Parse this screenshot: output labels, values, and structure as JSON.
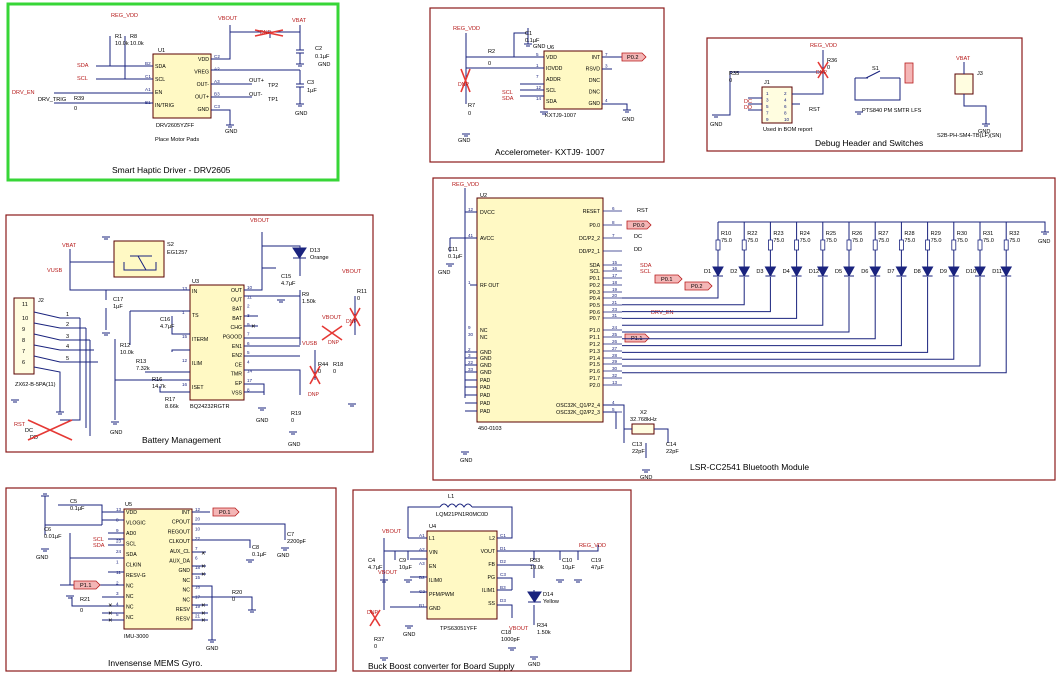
{
  "blocks": {
    "haptic": {
      "title": "Smart Haptic Driver - DRV2605",
      "ic_ref": "U1",
      "ic_part": "DRV2605YZFF",
      "ic_pins_left": [
        "SDA",
        "SCL",
        "EN",
        "IN/TRIG"
      ],
      "ic_pins_left_num": [
        "B2",
        "C1",
        "A1",
        "B1"
      ],
      "ic_pins_right": [
        "VDD",
        "VREG",
        "OUT-",
        "OUT+",
        "GND"
      ],
      "ic_pins_right_num": [
        "C2",
        "A2",
        "A3",
        "B3",
        "C3"
      ],
      "note": "Place Motor Pads",
      "nets": [
        "REG_VDD",
        "VBOUT",
        "VBAT",
        "SDA",
        "SCL",
        "DRV_EN",
        "DRV_TRIG",
        "OUT+",
        "OUT-",
        "TP2",
        "TP1"
      ],
      "parts": [
        "R1 10.0k",
        "R8 10.0k",
        "R39 0",
        "C2 0.1µF",
        "C3 1µF",
        "R38",
        "DNP",
        "GND"
      ]
    },
    "accel": {
      "title": "Accelerometer- KXTJ9- 1007",
      "ic_ref": "U6",
      "ic_part": "KXTJ9-1007",
      "ic_pins_left": [
        "VDD",
        "IOVDD",
        "ADDR",
        "SCL",
        "SDA"
      ],
      "ic_pins_left_num": [
        "5",
        "1",
        "7",
        "12",
        "14"
      ],
      "ic_pins_right": [
        "INT",
        "RSVD",
        "DNC",
        "DNC",
        "GND"
      ],
      "ic_pins_right_num": [
        "7",
        "3",
        "",
        "",
        "4"
      ],
      "nets": [
        "REG_VDD",
        "P0.2",
        "SCL",
        "SDA"
      ],
      "parts": [
        "C1 0.1µF",
        "R2 0",
        "R7 0",
        "DNP",
        "GND"
      ]
    },
    "debug": {
      "title": "Debug Header and Switches",
      "j1": "J1",
      "j1_note": "Used in BOM report",
      "j1_pins": [
        "1",
        "2",
        "3",
        "4",
        "5",
        "6",
        "7",
        "8",
        "9",
        "10"
      ],
      "nets": [
        "REG_VDD",
        "DC",
        "DD",
        "RST",
        "P0.0",
        "VBAT"
      ],
      "parts": [
        "R35 0",
        "R36 0",
        "DNP",
        "S1",
        "PTS840 PM SMTR LFS",
        "J3",
        "S2B-PH-SM4-TB(LF)(SN)",
        "GND"
      ]
    },
    "battery": {
      "title": "Battery Management",
      "ic_ref": "U3",
      "ic_part": "BQ24232RGTR",
      "ic_pins_left": [
        "IN",
        "TS",
        "ITERM",
        "ILIM",
        "ISET"
      ],
      "ic_pins_left_num": [
        "13",
        "1",
        "15",
        "12",
        "16"
      ],
      "ic_pins_right": [
        "OUT",
        "OUT",
        "BAT",
        "BAT",
        "CHG",
        "PGOOD",
        "EN1",
        "EN2",
        "CE",
        "TMR",
        "EP",
        "VSS"
      ],
      "ic_pins_right_num": [
        "10",
        "11",
        "2",
        "3",
        "9",
        "7",
        "6",
        "5",
        "4",
        "14",
        "17",
        "8"
      ],
      "s2": "S2",
      "s2_part": "EG1257",
      "j2": "J2",
      "j2_part": "ZX62-B-5PA(11)",
      "led": "D13",
      "led_color": "Orange",
      "nets": [
        "VBAT",
        "VUSB",
        "VBOUT",
        "RST",
        "DC",
        "DD"
      ],
      "parts": [
        "C17 1µF",
        "C16 4.7µF",
        "C15 4.7µF",
        "R12 10.0k",
        "R13 7.32k",
        "R16 14.7k",
        "R17 8.66k",
        "R9 1.50k",
        "R11 0",
        "R18 0",
        "R44 0",
        "R19 0",
        "DNP",
        "GND"
      ]
    },
    "bluetooth": {
      "title": "LSR-CC2541 Bluetooth Module",
      "ic_ref": "U2",
      "ic_part": "450-0103",
      "ic_pins_left": [
        "DVCC",
        "AVCC",
        "RF OUT",
        "NC",
        "NC",
        "GND",
        "GND",
        "GND",
        "GND",
        "PAD",
        "PAD",
        "PAD",
        "PAD",
        "PAD"
      ],
      "ic_pins_left_num": [
        "12",
        "41",
        "1",
        "9",
        "30",
        "2",
        "3",
        "22",
        "33",
        "",
        "",
        "",
        "",
        ""
      ],
      "ic_pins_right": [
        "RESET",
        "P0.0",
        "DC/P2_2",
        "DD/P2_1",
        "SDA",
        "SCL",
        "P0.1",
        "P0.2",
        "P0.3",
        "P0.4",
        "P0.5",
        "P0.6",
        "P0.7",
        "P1.0",
        "P1.1",
        "P1.2",
        "P1.3",
        "P1.4",
        "P1.5",
        "P1.6",
        "P1.7",
        "P2.0",
        "OSC32K_Q1/P2_4",
        "OSC32K_Q2/P2_3"
      ],
      "ic_pins_right_num": [
        "6",
        "8",
        "7",
        "",
        "15",
        "16",
        "17",
        "18",
        "19",
        "20",
        "21",
        "23",
        "31",
        "24",
        "25",
        "26",
        "27",
        "28",
        "29",
        "30",
        "32",
        "13",
        "4",
        "5"
      ],
      "nets": [
        "REG_VDD",
        "RST",
        "P0.0",
        "DC",
        "DD",
        "SDA",
        "SCL",
        "P0.1",
        "P0.2",
        "DRV_EN",
        "P1.1"
      ],
      "leds": [
        "D1",
        "D2",
        "D3",
        "D4",
        "D12",
        "D5",
        "D6",
        "D7",
        "D8",
        "D9",
        "D10",
        "D11"
      ],
      "resistors": [
        "R10",
        "R22",
        "R23",
        "R24",
        "R25",
        "R26",
        "R27",
        "R28",
        "R29",
        "R30",
        "R31",
        "R32"
      ],
      "resistor_value": "75.0",
      "crystal": "X2",
      "crystal_freq": "32.768kHz",
      "parts": [
        "C11 0.1µF",
        "C13 22pF",
        "C14 22pF",
        "GND"
      ]
    },
    "gyro": {
      "title": "Invensense MEMS Gyro.",
      "ic_ref": "U5",
      "ic_part": "IMU-3000",
      "ic_pins_left": [
        "VDD",
        "VLOGIC",
        "AD0",
        "SCL",
        "SDA",
        "CLKIN",
        "RESV-G",
        "NC",
        "NC",
        "NC",
        "NC"
      ],
      "ic_pins_left_num": [
        "13",
        "8",
        "9",
        "23",
        "24",
        "1",
        "11",
        "2",
        "3",
        "4",
        "5"
      ],
      "ic_pins_right": [
        "INT",
        "CPOUT",
        "REGOUT",
        "CLKOUT",
        "AUX_CL",
        "AUX_DA",
        "GND",
        "NC",
        "NC",
        "NC",
        "RESV",
        "RESV"
      ],
      "ic_pins_right_num": [
        "12",
        "20",
        "10",
        "22",
        "7",
        "6",
        "18",
        "15",
        "16",
        "17",
        "19",
        "21"
      ],
      "nets": [
        "P0.1",
        "SCL",
        "SDA",
        "P1.1"
      ],
      "parts": [
        "C5 0.1µF",
        "C6 0.01µF",
        "C7 2200pF",
        "C8 0.1µF",
        "R21 0",
        "R20 0",
        "GND"
      ]
    },
    "buckboost": {
      "title": "Buck Boost converter for Board Supply",
      "ic_ref": "U4",
      "ic_part": "TPS63051YFF",
      "inductor": "L1",
      "inductor_part": "LQM21PN1R0MC0D",
      "ic_pins_left": [
        "L1",
        "VIN",
        "EN",
        "ILIM0",
        "PFM/PWM",
        "GND"
      ],
      "ic_pins_left_num": [
        "A1",
        "A2",
        "A3",
        "B2",
        "C2",
        "B1"
      ],
      "ic_pins_right": [
        "L2",
        "VOUT",
        "FB",
        "PG",
        "ILIM1",
        "SS"
      ],
      "ic_pins_right_num": [
        "C1",
        "D1",
        "D2",
        "C3",
        "B3",
        "D3"
      ],
      "led": "D14",
      "led_color": "Yellow",
      "nets": [
        "VBOUT",
        "REG_VDD"
      ],
      "parts": [
        "C4 4.7µF",
        "C9 10µF",
        "C10 10µF",
        "C19 47µF",
        "C18 1000pF",
        "R33 10.0k",
        "R34 1.50k",
        "R37 0",
        "DNP",
        "GND"
      ]
    }
  },
  "labels": {
    "gnd": "GND",
    "dnp": "DNP",
    "reg_vdd": "REG_VDD",
    "vbout": "VBOUT",
    "vbat": "VBAT",
    "vusb": "VUSB"
  }
}
